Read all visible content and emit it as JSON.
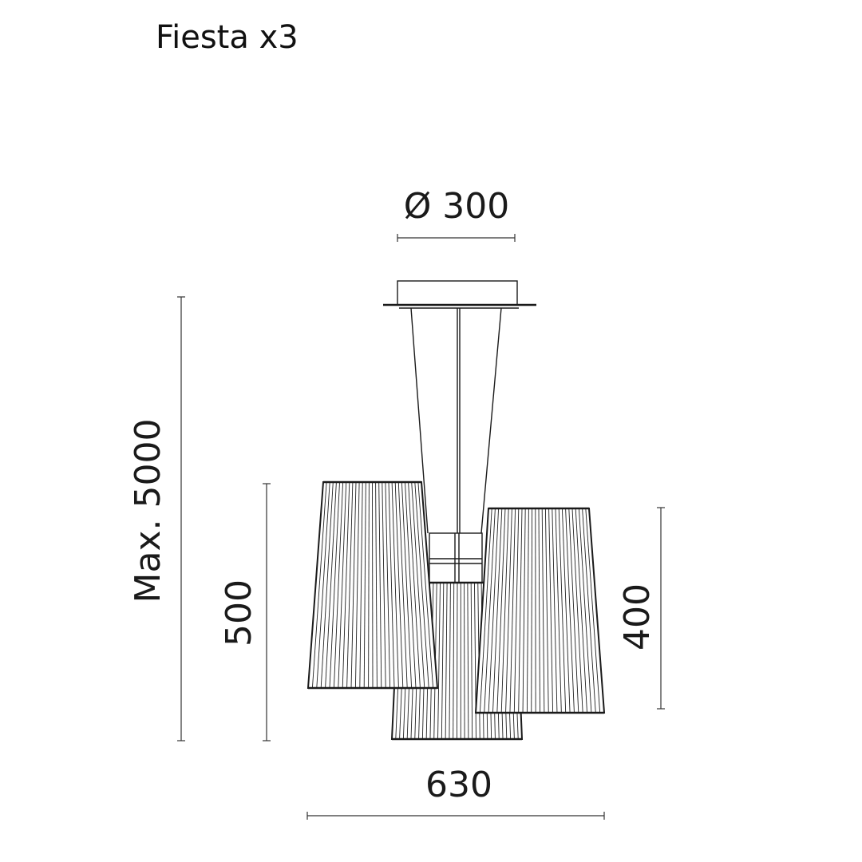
{
  "title": "Fiesta x3",
  "dimensions": {
    "canopy_diameter": "Ø 300",
    "max_height": "Max. 5000",
    "left_shade_height": "500",
    "right_shade_height": "400",
    "overall_width": "630"
  },
  "colors": {
    "line": "#1a1a1a",
    "background": "#ffffff"
  }
}
